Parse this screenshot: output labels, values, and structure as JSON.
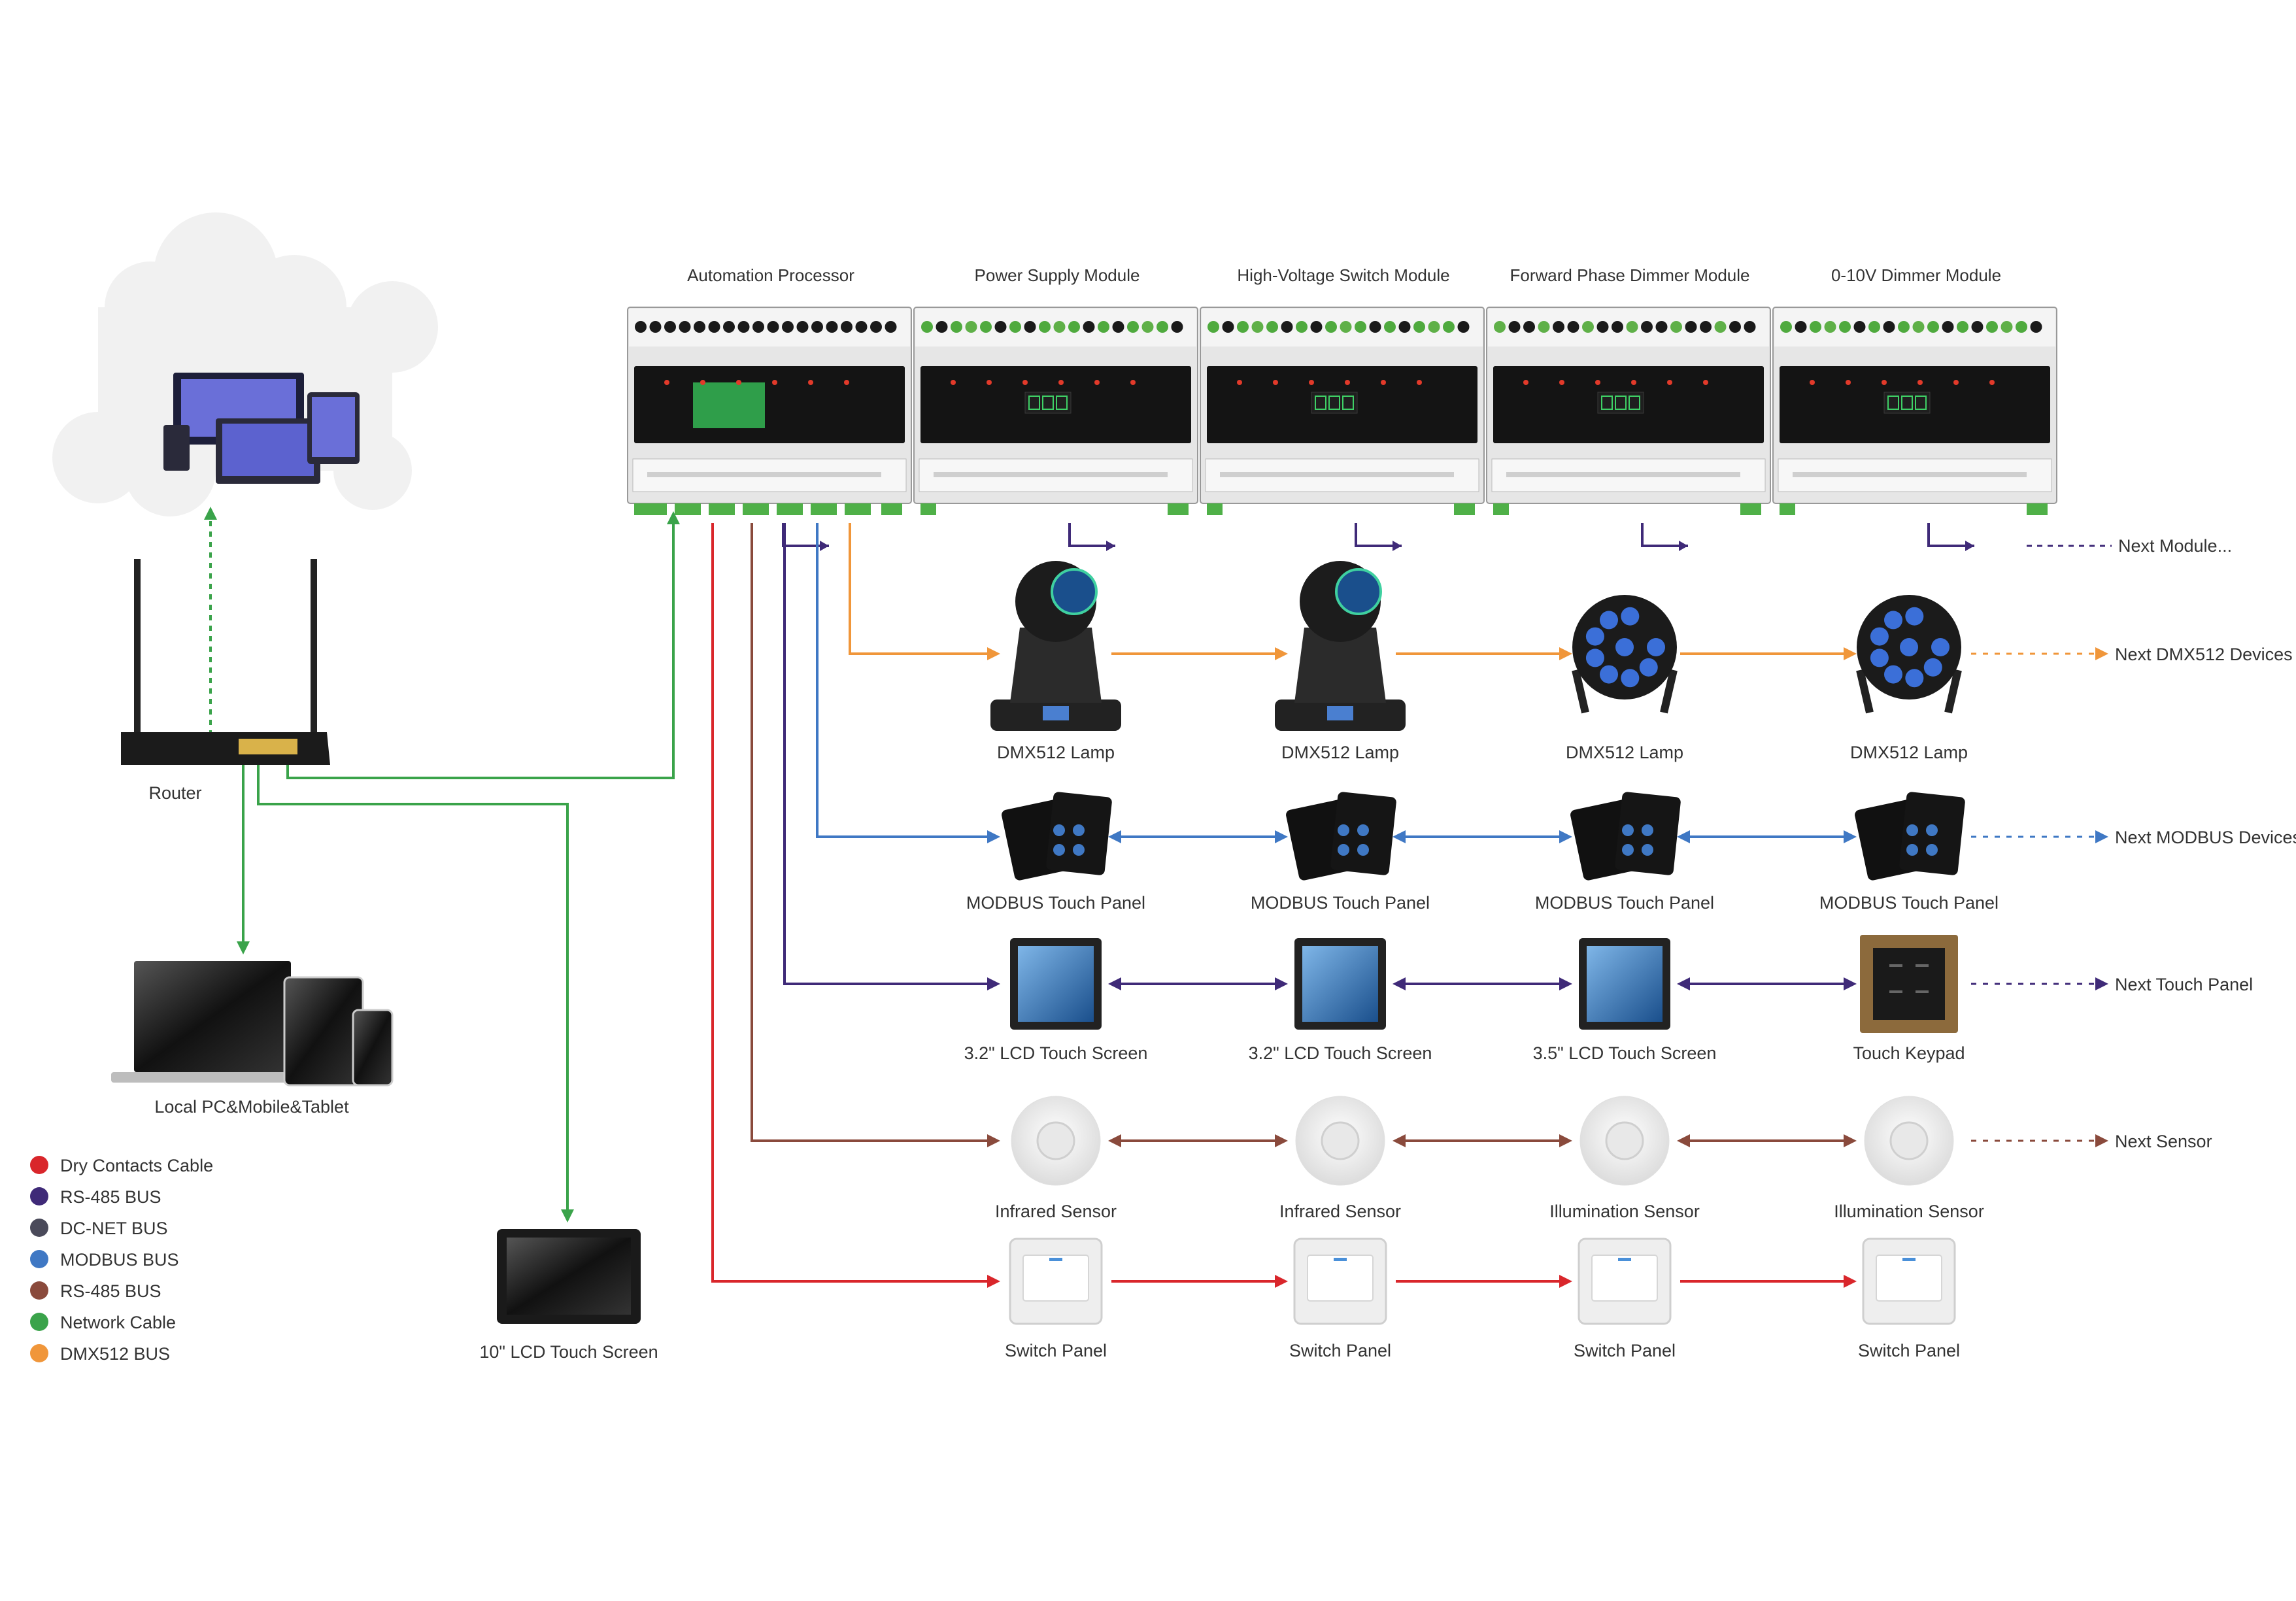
{
  "modules": [
    {
      "label": "Automation Processor"
    },
    {
      "label": "Power Supply Module"
    },
    {
      "label": "High-Voltage Switch Module"
    },
    {
      "label": "Forward Phase Dimmer Module"
    },
    {
      "label": "0-10V Dimmer Module"
    }
  ],
  "next_module_label": "Next Module...",
  "rows": [
    {
      "bus": "dmx",
      "next_label": "Next DMX512 Devices",
      "icon": "moving-head-icon",
      "devices": [
        {
          "label": "DMX512 Lamp",
          "icon": "moving-head-icon"
        },
        {
          "label": "DMX512 Lamp",
          "icon": "moving-head-icon"
        },
        {
          "label": "DMX512 Lamp",
          "icon": "par-light-icon"
        },
        {
          "label": "DMX512 Lamp",
          "icon": "par-light-icon"
        }
      ]
    },
    {
      "bus": "modbus",
      "next_label": "Next MODBUS Devices",
      "devices": [
        {
          "label": "MODBUS Touch Panel",
          "icon": "touch-panel-icon"
        },
        {
          "label": "MODBUS Touch Panel",
          "icon": "touch-panel-icon"
        },
        {
          "label": "MODBUS Touch Panel",
          "icon": "touch-panel-icon"
        },
        {
          "label": "MODBUS Touch Panel",
          "icon": "touch-panel-icon"
        }
      ]
    },
    {
      "bus": "rs485a",
      "next_label": "Next Touch Panel",
      "devices": [
        {
          "label": "3.2\" LCD Touch Screen",
          "icon": "lcd-panel-icon"
        },
        {
          "label": "3.2\" LCD Touch Screen",
          "icon": "lcd-panel-icon"
        },
        {
          "label": "3.5\" LCD Touch Screen",
          "icon": "lcd-panel-icon"
        },
        {
          "label": "Touch Keypad",
          "icon": "keypad-icon"
        }
      ]
    },
    {
      "bus": "rs485b",
      "next_label": "Next Sensor",
      "devices": [
        {
          "label": "Infrared Sensor",
          "icon": "sensor-icon"
        },
        {
          "label": "Infrared Sensor",
          "icon": "sensor-icon"
        },
        {
          "label": "Illumination Sensor",
          "icon": "sensor-icon"
        },
        {
          "label": "Illumination Sensor",
          "icon": "sensor-icon"
        }
      ]
    },
    {
      "bus": "dry",
      "next_label": "",
      "devices": [
        {
          "label": "Switch Panel",
          "icon": "switch-panel-icon"
        },
        {
          "label": "Switch Panel",
          "icon": "switch-panel-icon"
        },
        {
          "label": "Switch Panel",
          "icon": "switch-panel-icon"
        },
        {
          "label": "Switch Panel",
          "icon": "switch-panel-icon"
        }
      ]
    }
  ],
  "left": {
    "cloud_icon": "cloud-devices-icon",
    "router_label": "Router",
    "local_label": "Local PC&Mobile&Tablet",
    "lcd10_label": "10\" LCD Touch Screen"
  },
  "legend": [
    {
      "label": "Dry Contacts Cable",
      "color": "#d9262b",
      "key": "dry"
    },
    {
      "label": "RS-485 BUS",
      "color": "#3f2a78",
      "key": "rs485a"
    },
    {
      "label": "DC-NET BUS",
      "color": "#4a4a5a",
      "key": "dcnet"
    },
    {
      "label": "MODBUS BUS",
      "color": "#3f78c4",
      "key": "modbus"
    },
    {
      "label": "RS-485 BUS",
      "color": "#8a4a3c",
      "key": "rs485b"
    },
    {
      "label": "Network Cable",
      "color": "#3aa34a",
      "key": "network"
    },
    {
      "label": "DMX512 BUS",
      "color": "#f0963a",
      "key": "dmx"
    }
  ]
}
